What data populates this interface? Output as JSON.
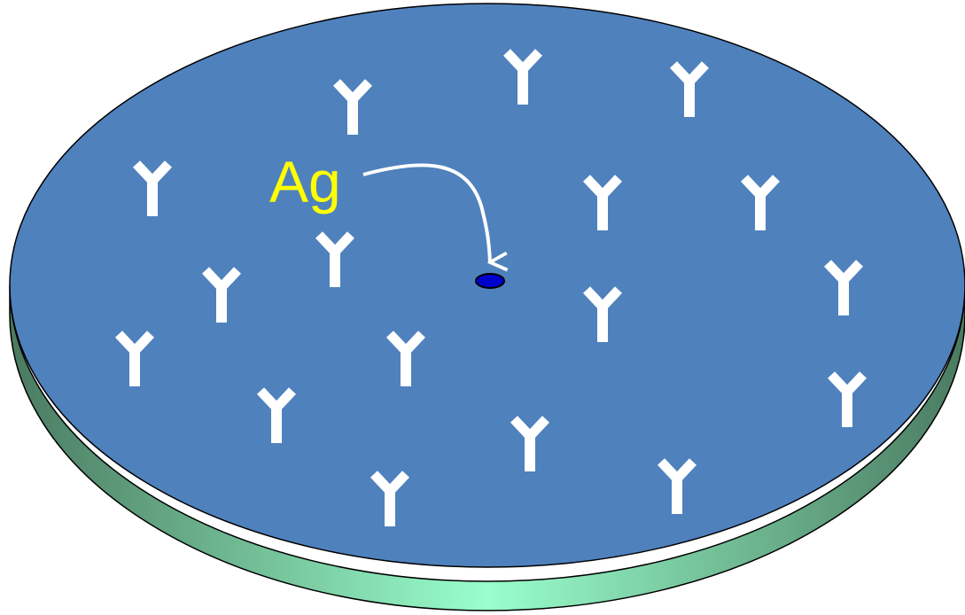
{
  "label": {
    "text": "Ag",
    "color": "#FFFF00"
  },
  "colors": {
    "plate_top": "#4F81BD",
    "plate_side_light": "#99FFCC",
    "plate_side_dark": "#4A7A60",
    "antibody": "#FFFFFF",
    "well_fill": "#0000CC",
    "outline": "#000000",
    "arrow": "#FFFFFF"
  },
  "antibody_count": 17,
  "icons": {
    "antibody": "antibody-y-icon",
    "well": "antigen-well",
    "arrow": "curved-arrow"
  }
}
